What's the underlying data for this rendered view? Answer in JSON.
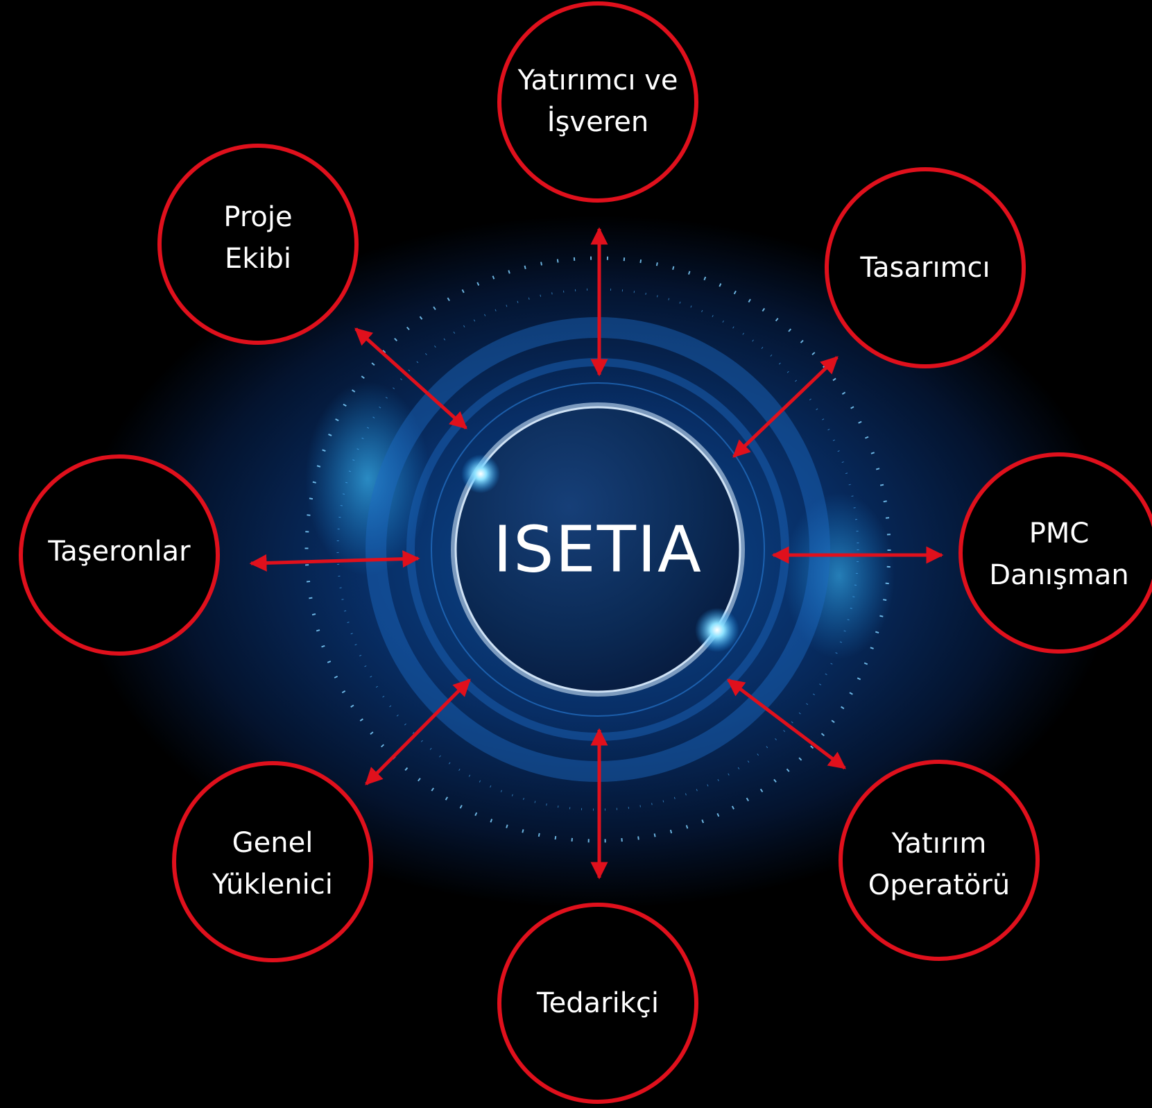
{
  "center": {
    "label": "ISETIA"
  },
  "nodes": [
    {
      "id": "yatirimci",
      "label": "Yatırımcı ve\nİşveren"
    },
    {
      "id": "tasarimci",
      "label": "Tasarımcı"
    },
    {
      "id": "pmc",
      "label": "PMC\nDanışman"
    },
    {
      "id": "operator",
      "label": "Yatırım\nOperatörü"
    },
    {
      "id": "tedarikci",
      "label": "Tedarikçi"
    },
    {
      "id": "genel",
      "label": "Genel\nYüklenici"
    },
    {
      "id": "taseron",
      "label": "Taşeronlar"
    },
    {
      "id": "proje",
      "label": "Proje\nEkibi"
    }
  ],
  "colors": {
    "node_ring": "#e0101c",
    "arrow": "#e0101c",
    "background": "#000000",
    "glow": "#1ea0ff",
    "hub_fill": "#0b2a55"
  }
}
